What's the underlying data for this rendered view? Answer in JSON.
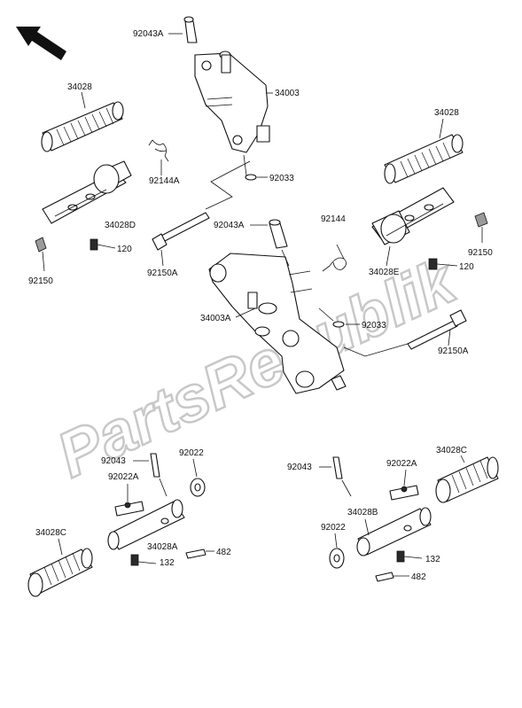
{
  "watermark": "PartsRepublik",
  "labels": {
    "l_92043A_top": "92043A",
    "l_34003": "34003",
    "l_34028_left": "34028",
    "l_92144A": "92144A",
    "l_92033_top": "92033",
    "l_34028D": "34028D",
    "l_120_left": "120",
    "l_92150_left": "92150",
    "l_92150A_left": "92150A",
    "l_92043A_mid": "92043A",
    "l_92144": "92144",
    "l_34028_right": "34028",
    "l_92150_right": "92150",
    "l_34028E": "34028E",
    "l_120_right": "120",
    "l_34003A": "34003A",
    "l_92033_mid": "92033",
    "l_92150A_right": "92150A",
    "l_92043_left": "92043",
    "l_92022_left": "92022",
    "l_92022A_left": "92022A",
    "l_34028C_left": "34028C",
    "l_34028A": "34028A",
    "l_482_left": "482",
    "l_132_left": "132",
    "l_92043_right": "92043",
    "l_92022A_right": "92022A",
    "l_34028C_right": "34028C",
    "l_34028B": "34028B",
    "l_92022_right": "92022",
    "l_132_right": "132",
    "l_482_right": "482"
  }
}
